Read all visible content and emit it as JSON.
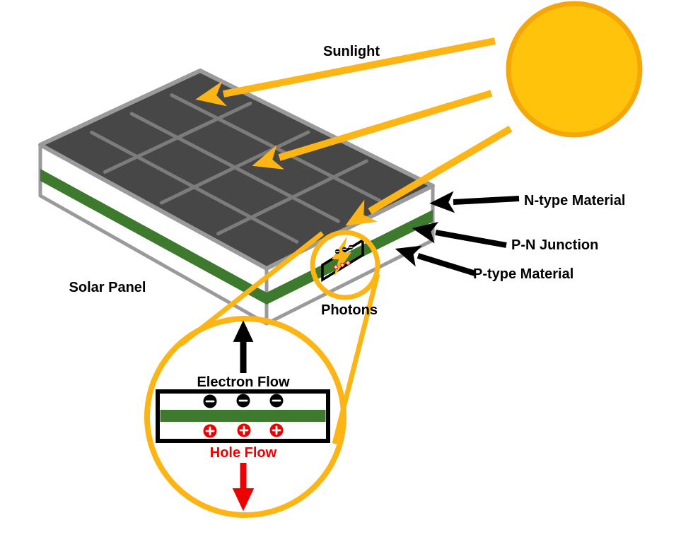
{
  "diagram": {
    "subject": "solar-panel-photovoltaic-effect",
    "labels": {
      "sunlight": "Sunlight",
      "solar_panel": "Solar Panel",
      "photons": "Photons",
      "n_type": "N-type Material",
      "pn_junction": "P-N Junction",
      "p_type": "P-type Material",
      "electron_flow": "Electron Flow",
      "hole_flow": "Hole Flow"
    },
    "icons": [
      "sun-icon",
      "lightning-bolt-icon",
      "electron-minus-symbol",
      "hole-plus-symbol",
      "magnifier-circles"
    ],
    "layers_top_to_bottom": [
      "N-type Material",
      "P-N Junction",
      "P-type Material"
    ],
    "counts": {
      "sun_rays": 3,
      "panel_grid_rows": 4,
      "panel_grid_cols": 4,
      "electrons_shown": 3,
      "holes_shown": 3
    }
  },
  "colors": {
    "sun_fill": "#FFC30B",
    "sun_stroke": "#F5A70A",
    "ray": "#FDB515",
    "panel_top": "#474747",
    "panel_grid": "#7C7C7C",
    "panel_border": "#9A9A9A",
    "side_fill": "#FFFFFF",
    "junction_green": "#3D7A2E",
    "flow_black": "#000000",
    "flow_red": "#EF0000",
    "label_text": "#000000",
    "background": "#FFFFFF"
  }
}
